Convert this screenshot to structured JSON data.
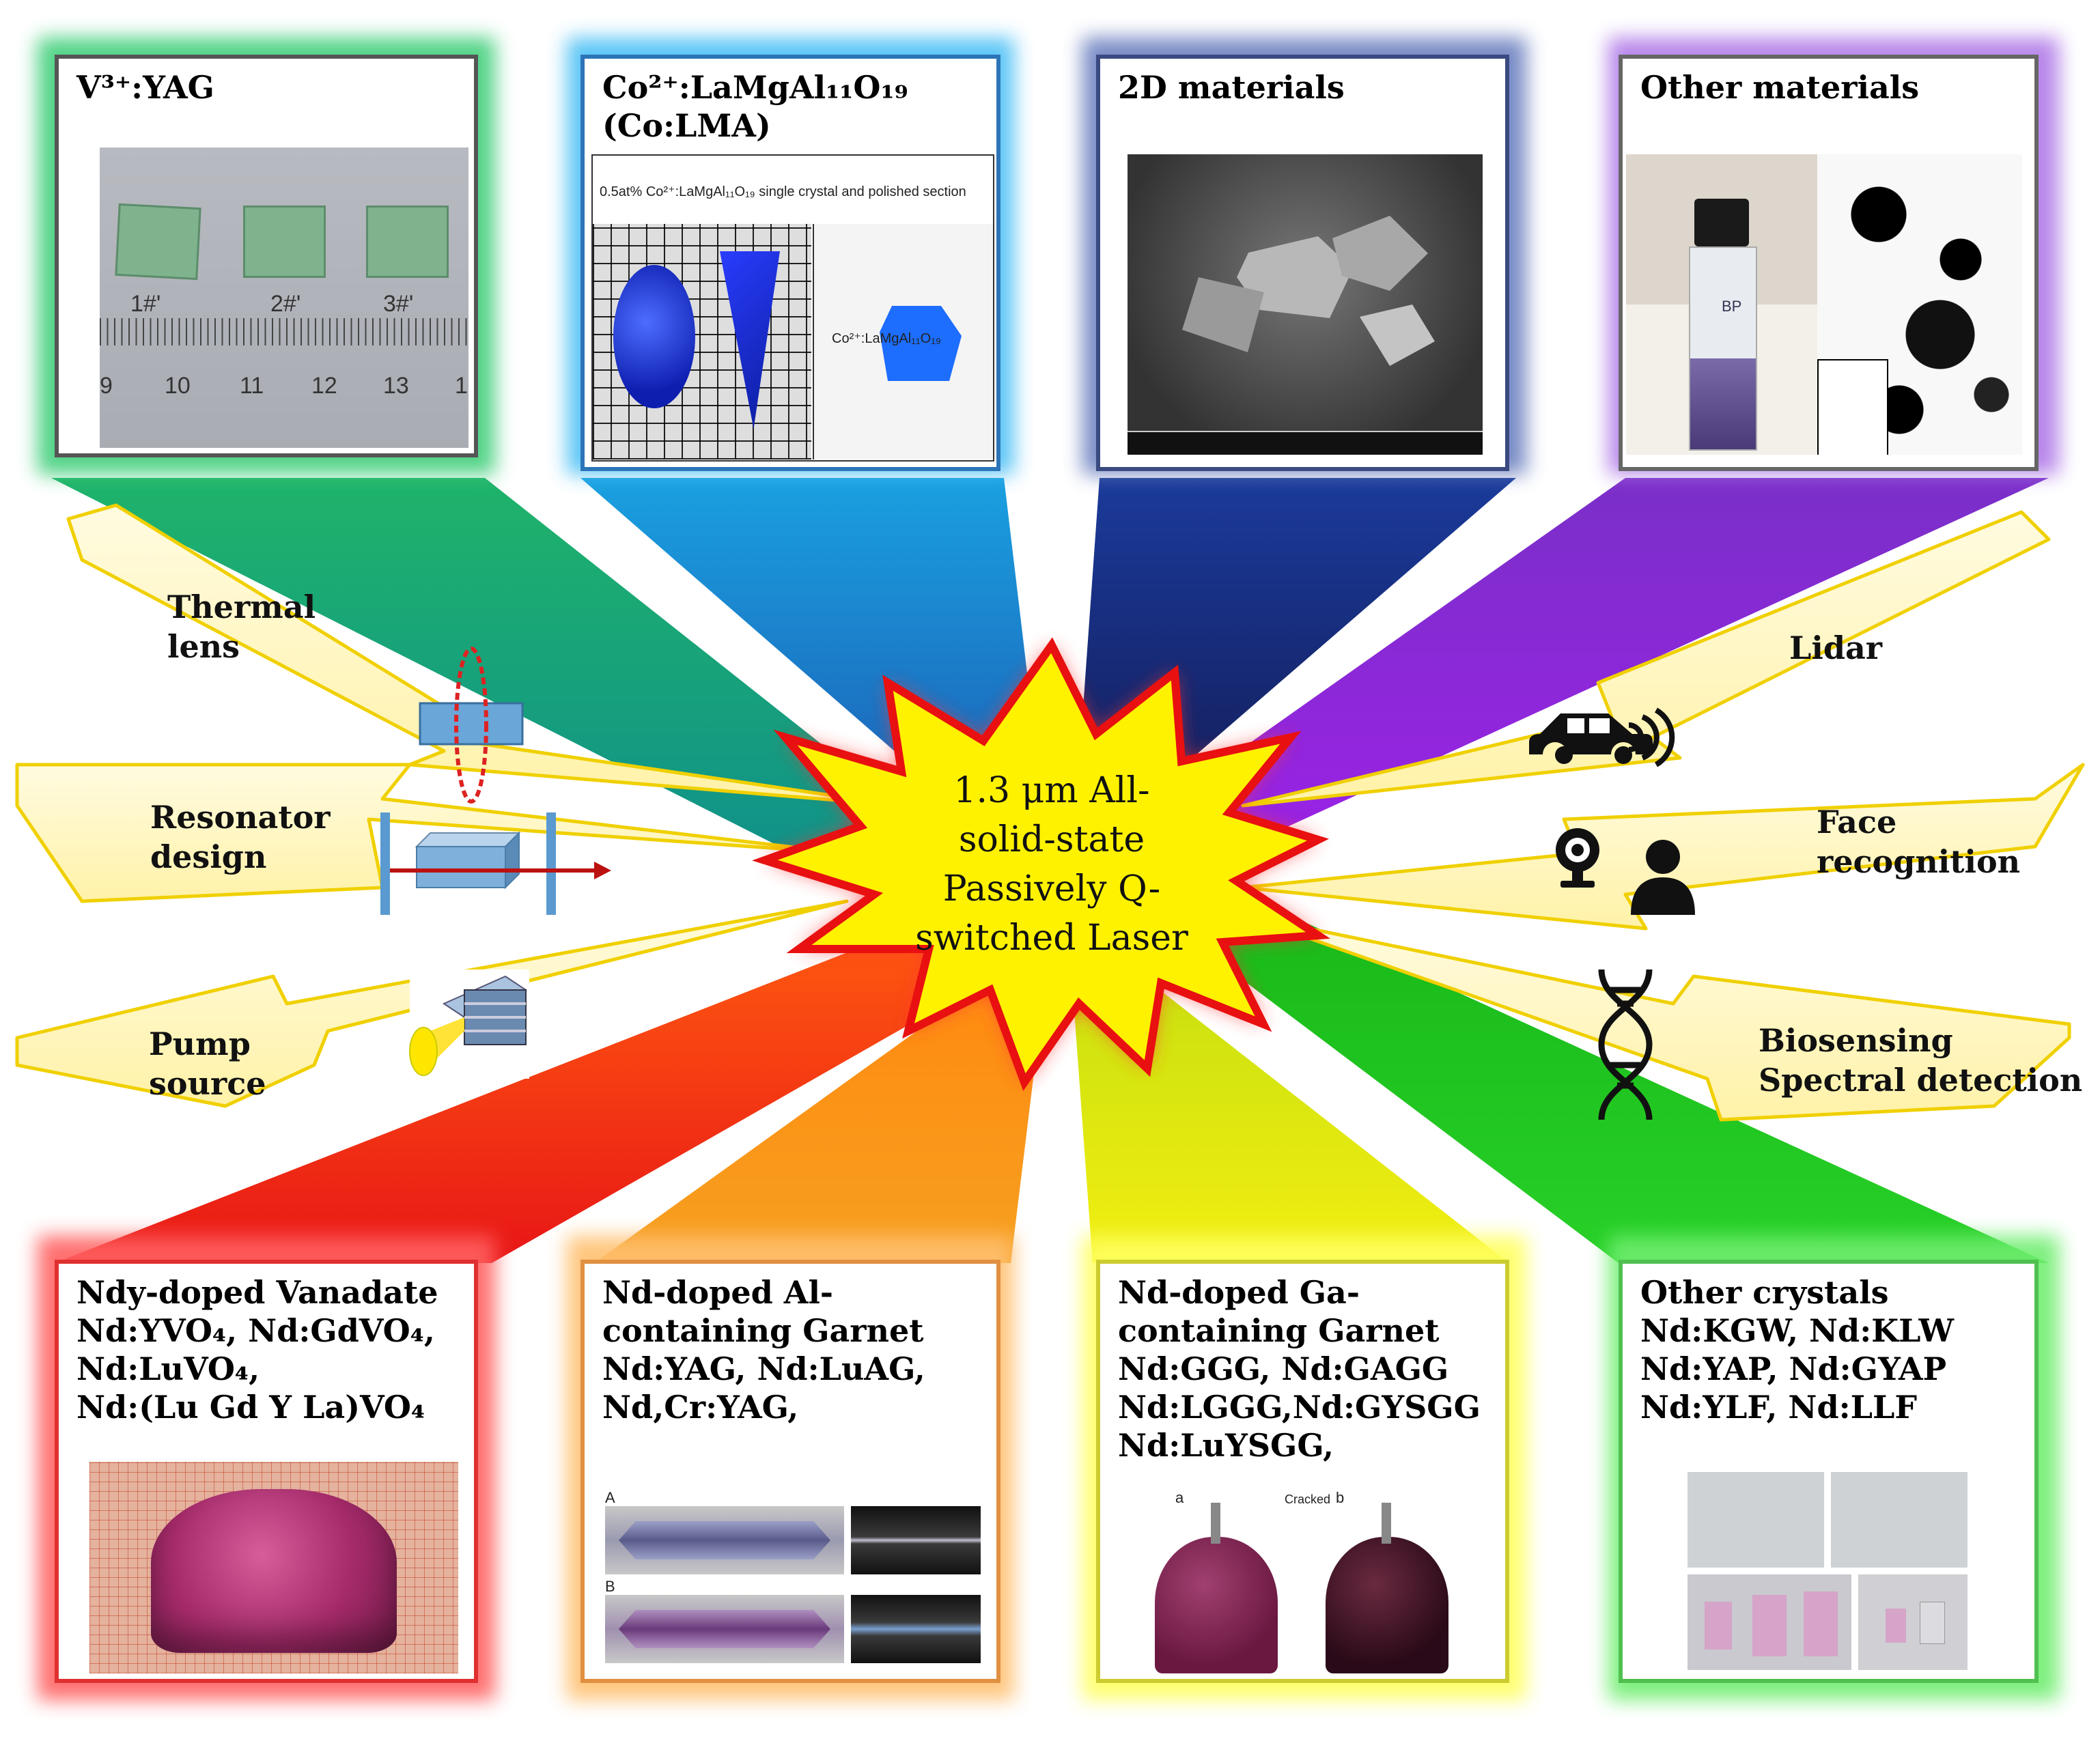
{
  "center": {
    "lines": [
      "1.3 μm All-",
      "solid-state",
      "Passively Q-",
      "switched Laser"
    ]
  },
  "top_panels": [
    {
      "title": [
        "V³⁺:YAG"
      ],
      "color": "#2fb46a",
      "photo_labels": [
        "1#'",
        "2#'",
        "3#'"
      ],
      "ruler": [
        "9",
        "10",
        "11",
        "12",
        "13",
        "1"
      ]
    },
    {
      "title": [
        "Co²⁺:LaMgAl₁₁O₁₉",
        "(Co:LMA)"
      ],
      "color": "#1ea3e6",
      "caption": "0.5at% Co²⁺:LaMgAl₁₁O₁₉ single crystal and polished section",
      "sample_label": "Co²⁺:LaMgAl₁₁O₁₉"
    },
    {
      "title": [
        "2D materials"
      ],
      "color": "#2a3d8f"
    },
    {
      "title": [
        "Other materials"
      ],
      "color": "#8a2be2",
      "vial_label": "BP"
    }
  ],
  "bottom_panels": [
    {
      "title": [
        "Ndy-doped Vanadate",
        "Nd:YVO₄, Nd:GdVO₄,",
        "Nd:LuVO₄,",
        "Nd:(Lu Gd Y La)VO₄"
      ],
      "color": "#e02020"
    },
    {
      "title": [
        "Nd-doped Al-",
        "containing Garnet",
        "Nd:YAG, Nd:LuAG,",
        "Nd,Cr:YAG,"
      ],
      "color": "#f59a1a",
      "sub_labels": [
        "A",
        "B"
      ]
    },
    {
      "title": [
        "Nd-doped Ga-",
        "containing Garnet",
        "Nd:GGG, Nd:GAGG",
        "Nd:LGGG,Nd:GYSGG",
        "Nd:LuYSGG,"
      ],
      "color": "#e8e81a",
      "sub_labels": [
        "a",
        "b"
      ],
      "arrow_label": "Cracked"
    },
    {
      "title": [
        "Other crystals",
        "Nd:KGW, Nd:KLW",
        "Nd:YAP, Nd:GYAP",
        "Nd:YLF, Nd:LLF"
      ],
      "color": "#22cc33"
    }
  ],
  "left_topics": [
    {
      "lines": [
        "Thermal",
        "lens"
      ],
      "icon": "thermal-lens-icon"
    },
    {
      "lines": [
        "Resonator",
        "design"
      ],
      "icon": "resonator-icon"
    },
    {
      "lines": [
        "Pump",
        "source"
      ],
      "icon": "laser-diode-icon"
    }
  ],
  "right_topics": [
    {
      "lines": [
        "Lidar"
      ],
      "icon": "car-signal-icon"
    },
    {
      "lines": [
        "Face",
        "recognition"
      ],
      "icon": "webcam-person-icon"
    },
    {
      "lines": [
        "Biosensing",
        "Spectral detection"
      ],
      "icon": "dna-icon"
    }
  ]
}
